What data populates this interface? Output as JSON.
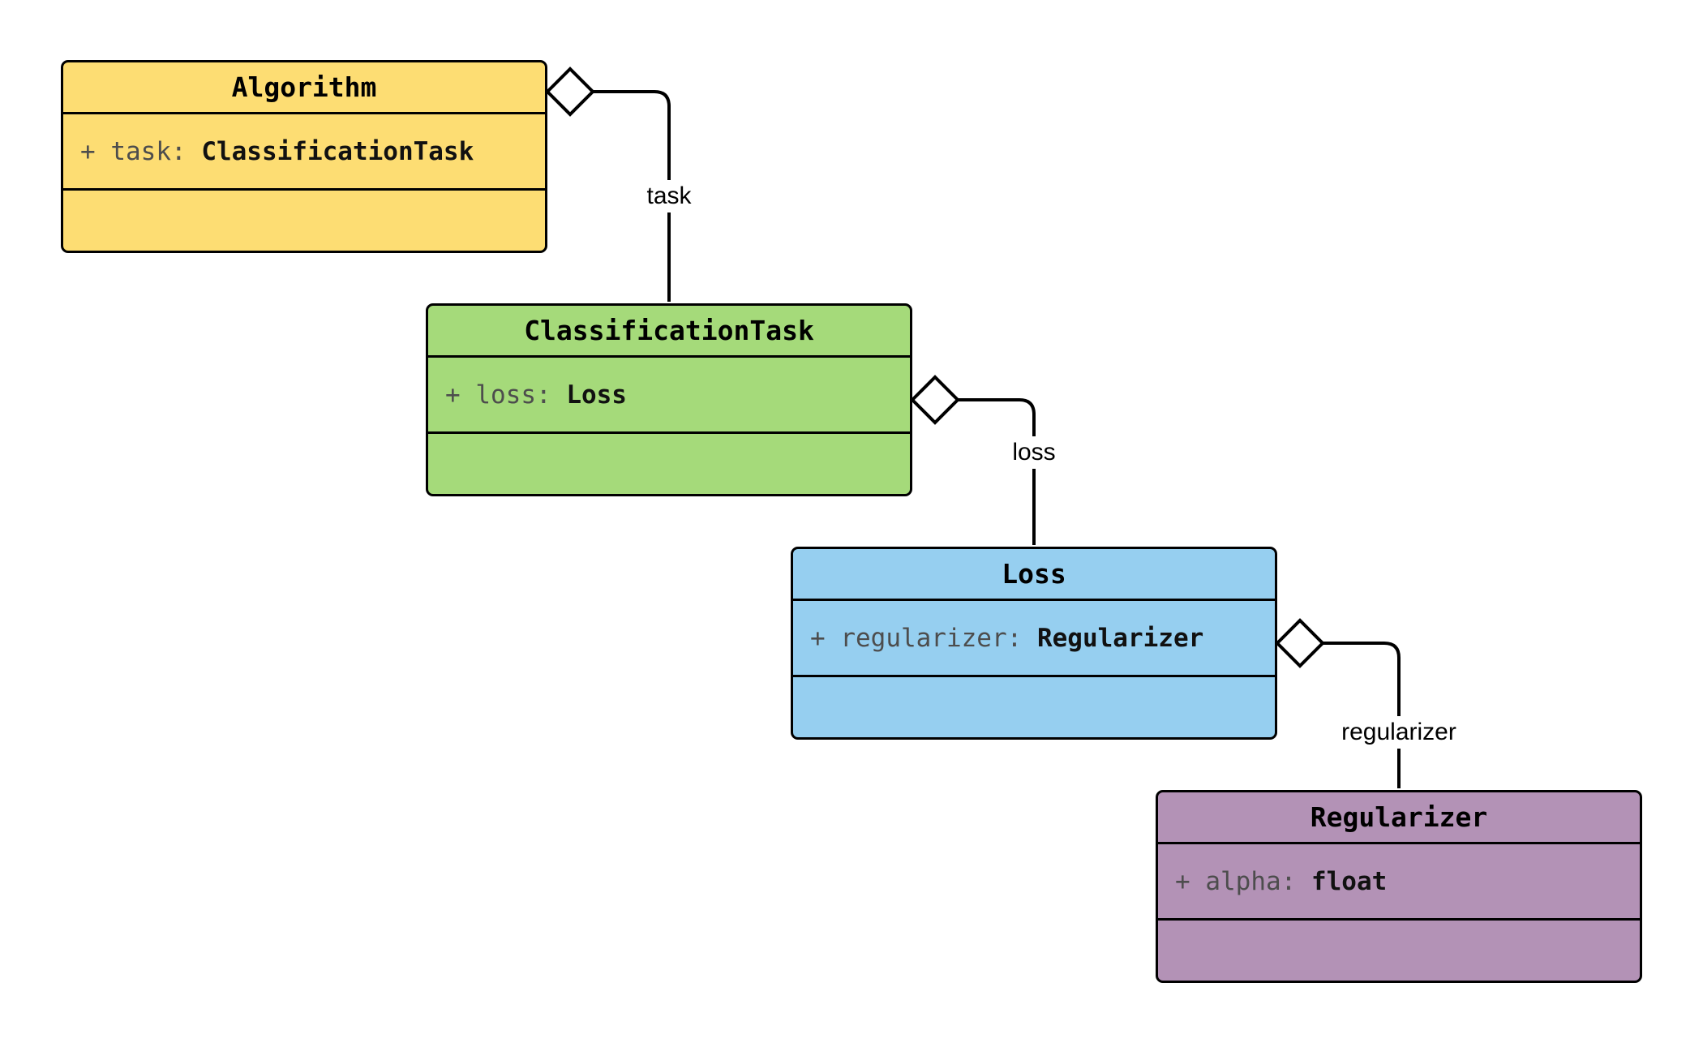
{
  "diagram": {
    "type": "uml-class-diagram",
    "background_color": "#ffffff",
    "line_color": "#000000",
    "attr_name_color": "#4d4d4d",
    "attr_type_color": "#111111",
    "classes": [
      {
        "name": "Algorithm",
        "fill": "#FDDD73",
        "attribute": {
          "signature": "+ task: ",
          "type": "ClassificationTask"
        }
      },
      {
        "name": "ClassificationTask",
        "fill": "#A5DA7A",
        "attribute": {
          "signature": "+ loss: ",
          "type": "Loss"
        }
      },
      {
        "name": "Loss",
        "fill": "#96CFF0",
        "attribute": {
          "signature": "+ regularizer: ",
          "type": "Regularizer"
        }
      },
      {
        "name": "Regularizer",
        "fill": "#B392B6",
        "attribute": {
          "signature": "+ alpha: ",
          "type": "float"
        }
      }
    ],
    "relations": [
      {
        "label": "task",
        "from": "Algorithm",
        "to": "ClassificationTask",
        "marker": "hollow-diamond-aggregation"
      },
      {
        "label": "loss",
        "from": "ClassificationTask",
        "to": "Loss",
        "marker": "hollow-diamond-aggregation"
      },
      {
        "label": "regularizer",
        "from": "Loss",
        "to": "Regularizer",
        "marker": "hollow-diamond-aggregation"
      }
    ]
  }
}
